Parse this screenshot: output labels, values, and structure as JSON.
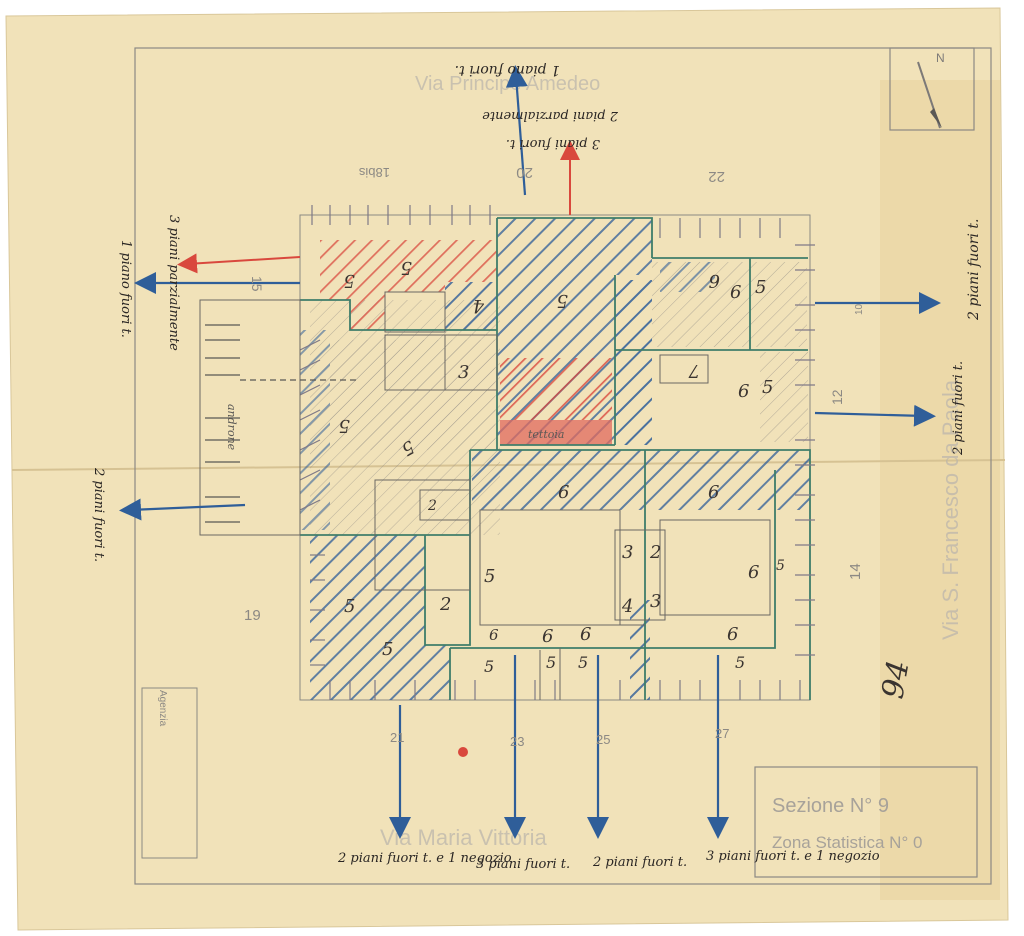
{
  "streets": {
    "top": "Via Principe Amedeo",
    "bottom": "Via Maria Vittoria",
    "right": "Via S. Francesco da Paola"
  },
  "title_block": {
    "section": "Sezione N° 9",
    "zone": "Zona Statistica N° 0"
  },
  "compass": {
    "label": "N"
  },
  "sheet_id": "94",
  "stamp_label": "Agenzia",
  "house_numbers": {
    "top_left": "18bis",
    "top_mid": "20",
    "top_right": "22",
    "left_upper": "15",
    "left_lower": "19",
    "right_upper": "12",
    "right_lower": "14",
    "right_small": "10",
    "bottom": [
      "21",
      "23",
      "25",
      "27"
    ]
  },
  "notes": {
    "top_a": "1 piano fuori t.",
    "top_b": "2 piani parzialmente",
    "top_c": "3 piani fuori t.",
    "left_a": "3 piani parzialmente",
    "left_b": "1 piano fuori t.",
    "left_c": "2 piani fuori t.",
    "right_a": "2 piani fuori t.",
    "right_b": "2 piani fuori t.",
    "bottom": [
      "2 piani fuori t. e 1 negozio",
      "3 piani fuori t.",
      "2 piani fuori t.",
      "3 piani fuori t. e 1 negozio"
    ]
  },
  "floor_counts": [
    {
      "id": "f1",
      "value": "5"
    },
    {
      "id": "f2",
      "value": "5"
    },
    {
      "id": "f3",
      "value": "4"
    },
    {
      "id": "f4",
      "value": "5"
    },
    {
      "id": "f5",
      "value": "3"
    },
    {
      "id": "f6",
      "value": "5"
    },
    {
      "id": "f7",
      "value": "5"
    },
    {
      "id": "f8",
      "value": "6"
    },
    {
      "id": "f9",
      "value": "6"
    },
    {
      "id": "f10",
      "value": "5"
    },
    {
      "id": "f11",
      "value": "7"
    },
    {
      "id": "f12",
      "value": "6"
    },
    {
      "id": "f13",
      "value": "5"
    },
    {
      "id": "f14",
      "value": "6"
    },
    {
      "id": "f15",
      "value": "6"
    },
    {
      "id": "f16",
      "value": "3"
    },
    {
      "id": "f17",
      "value": "2"
    },
    {
      "id": "f18",
      "value": "4"
    },
    {
      "id": "f19",
      "value": "3"
    },
    {
      "id": "f20",
      "value": "6"
    },
    {
      "id": "f21",
      "value": "5"
    },
    {
      "id": "f22",
      "value": "5"
    },
    {
      "id": "f23",
      "value": "2"
    },
    {
      "id": "f24",
      "value": "5"
    },
    {
      "id": "f25",
      "value": "6"
    },
    {
      "id": "f26",
      "value": "6"
    },
    {
      "id": "f27",
      "value": "6"
    },
    {
      "id": "f28",
      "value": "6"
    },
    {
      "id": "f29",
      "value": "5"
    },
    {
      "id": "f30",
      "value": "5"
    },
    {
      "id": "f31",
      "value": "5"
    },
    {
      "id": "f32",
      "value": "5"
    },
    {
      "id": "f33",
      "value": "2"
    },
    {
      "id": "f34",
      "value": "5"
    }
  ],
  "labels": {
    "tettoia": "tettoia",
    "androne": "androne"
  },
  "colors": {
    "paper": "#f1e2b9",
    "pencil": "#7d7a78",
    "blue": "#2f5e99",
    "red": "#d9483d",
    "green": "#3f7d6a",
    "ink": "#2a2624"
  }
}
